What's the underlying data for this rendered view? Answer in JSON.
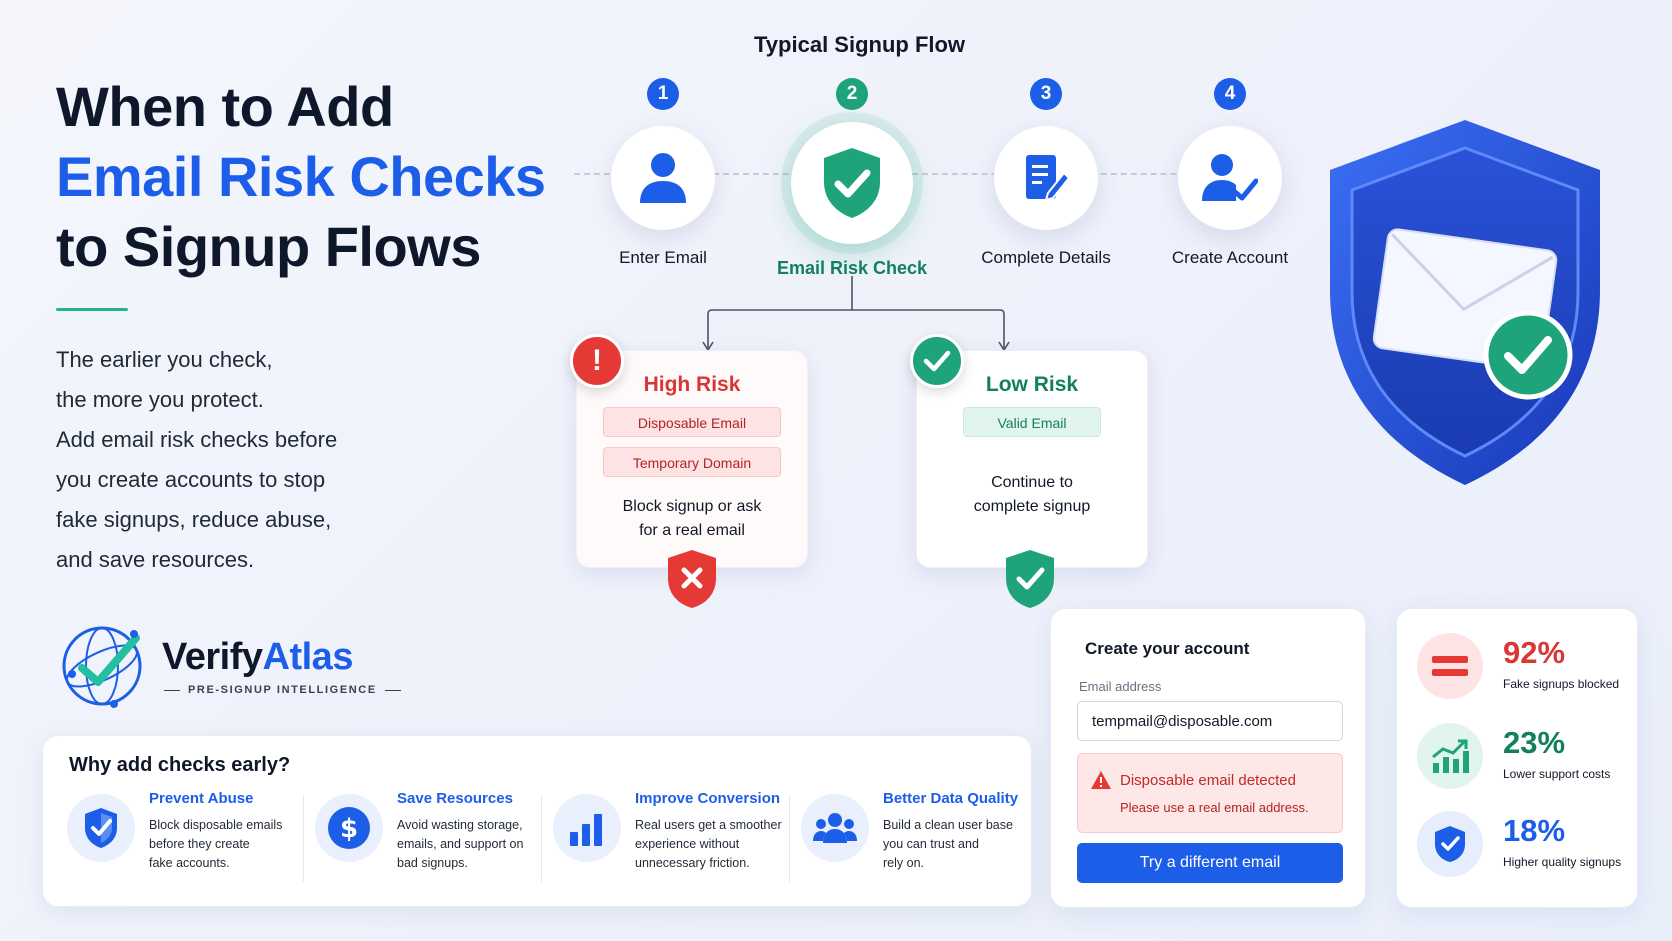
{
  "hero": {
    "title_line1": "When to Add",
    "title_line2": "Email Risk Checks",
    "title_line3": "to Signup Flows",
    "body_lines": [
      "The earlier you check,",
      "the more you protect.",
      "Add email risk checks before",
      "you create accounts to stop",
      "fake signups, reduce abuse,",
      "and save resources."
    ]
  },
  "brand": {
    "name_part1": "Verify",
    "name_part2": "Atlas",
    "tagline": "PRE-SIGNUP INTELLIGENCE",
    "logo_icon": "globe-check-icon"
  },
  "flow": {
    "title": "Typical Signup Flow",
    "steps": [
      {
        "num": "1",
        "label": "Enter Email",
        "icon": "user-icon"
      },
      {
        "num": "2",
        "label": "Email Risk Check",
        "icon": "shield-check-icon"
      },
      {
        "num": "3",
        "label": "Complete Details",
        "icon": "document-edit-icon"
      },
      {
        "num": "4",
        "label": "Create Account",
        "icon": "user-check-icon"
      }
    ],
    "high_risk": {
      "badge": "!",
      "title": "High Risk",
      "chips": [
        "Disposable Email",
        "Temporary Domain"
      ],
      "desc_line1": "Block signup or ask",
      "desc_line2": "for a real email"
    },
    "low_risk": {
      "title": "Low Risk",
      "chips": [
        "Valid Email"
      ],
      "desc_line1": "Continue to",
      "desc_line2": "complete signup"
    }
  },
  "why": {
    "title": "Why add checks early?",
    "items": [
      {
        "title": "Prevent Abuse",
        "lines": [
          "Block disposable emails",
          "before they create",
          "fake accounts."
        ],
        "icon": "shield-check-icon"
      },
      {
        "title": "Save Resources",
        "lines": [
          "Avoid wasting storage,",
          "emails, and support on",
          "bad signups."
        ],
        "icon": "dollar-icon"
      },
      {
        "title": "Improve Conversion",
        "lines": [
          "Real users get a smoother",
          "experience without",
          "unnecessary friction."
        ],
        "icon": "bar-chart-icon"
      },
      {
        "title": "Better Data Quality",
        "lines": [
          "Build a clean user base",
          "you can trust and",
          "rely on."
        ],
        "icon": "users-icon"
      }
    ]
  },
  "form": {
    "title": "Create your account",
    "email_label": "Email address",
    "email_value": "tempmail@disposable.com",
    "alert_title": "Disposable email detected",
    "alert_text": "Please use a real email address.",
    "button_label": "Try a different email"
  },
  "stats": [
    {
      "value": "92%",
      "label": "Fake signups blocked",
      "color": "#d93636",
      "icon": "blocked-icon"
    },
    {
      "value": "23%",
      "label": "Lower support costs",
      "color": "#12805f",
      "icon": "trend-up-icon"
    },
    {
      "value": "18%",
      "label": "Higher quality signups",
      "color": "#1d5ee8",
      "icon": "shield-check-icon"
    }
  ],
  "colors": {
    "brand_blue": "#1d5ee8",
    "risk_red": "#d93636",
    "safe_green": "#1fa37a"
  }
}
